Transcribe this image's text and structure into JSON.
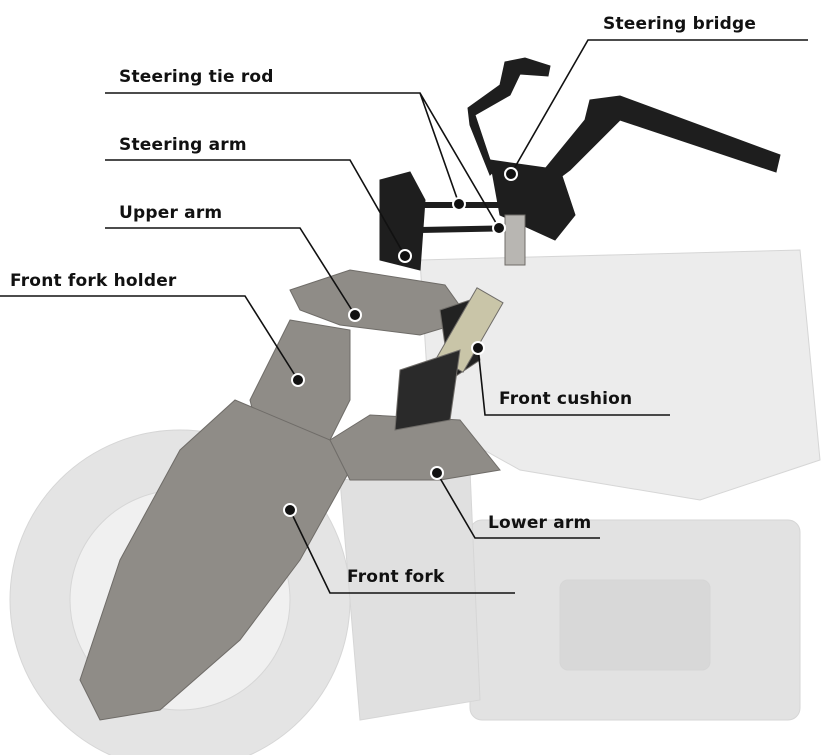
{
  "labels": {
    "steering_bridge": "Steering bridge",
    "steering_tie_rod": "Steering tie rod",
    "steering_arm": "Steering arm",
    "upper_arm": "Upper arm",
    "front_fork_holder": "Front fork holder",
    "front_cushion": "Front cushion",
    "lower_arm": "Lower arm",
    "front_fork": "Front fork"
  },
  "colors": {
    "leader": "#111111",
    "metal": "#8e8b86",
    "dark": "#1c1c1c",
    "ghost": "#e6e6e6"
  }
}
